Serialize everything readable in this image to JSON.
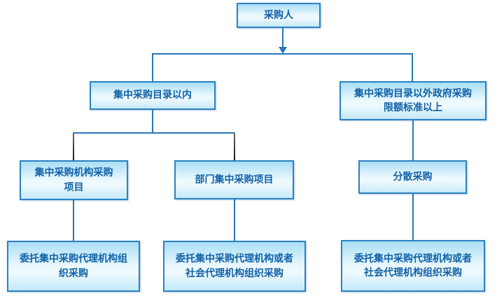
{
  "diagram": {
    "type": "flowchart",
    "nodes": {
      "purchaser": {
        "label": "采购人"
      },
      "within_catalog": {
        "label": "集中采购目录以内"
      },
      "outside_catalog": {
        "label": [
          "集中采购目录以外政府采购",
          "限额标准以上"
        ]
      },
      "central_agency_project": {
        "label": [
          "集中采购机构采购",
          "项目"
        ]
      },
      "department_central_project": {
        "label": "部门集中采购项目"
      },
      "decentralized_procurement": {
        "label": "分散采购"
      },
      "entrust_central_agency": {
        "label": [
          "委托集中采购代理机构组",
          "织采购"
        ]
      },
      "entrust_central_or_social_mid": {
        "label": [
          "委托集中采购代理机构或者",
          "社会代理机构组织采购"
        ]
      },
      "entrust_central_or_social_right": {
        "label": [
          "委托集中采购代理机构或者",
          "社会代理机构组织采购"
        ]
      }
    },
    "edges": [
      {
        "from": "purchaser",
        "to": "within_catalog"
      },
      {
        "from": "purchaser",
        "to": "outside_catalog"
      },
      {
        "from": "within_catalog",
        "to": "central_agency_project"
      },
      {
        "from": "within_catalog",
        "to": "department_central_project"
      },
      {
        "from": "outside_catalog",
        "to": "decentralized_procurement"
      },
      {
        "from": "central_agency_project",
        "to": "entrust_central_agency"
      },
      {
        "from": "department_central_project",
        "to": "entrust_central_or_social_mid"
      },
      {
        "from": "decentralized_procurement",
        "to": "entrust_central_or_social_right"
      }
    ],
    "colors": {
      "background": "#ffffff",
      "box_border": "#2b82c4",
      "box_fill_top": "#a9def5",
      "box_fill_mid": "#eef9fe",
      "box_fill_bottom": "#c4e9f8",
      "box_text": "#1061a8",
      "connector": "#2878b8",
      "connector_dark": "#3c3c3c"
    }
  }
}
